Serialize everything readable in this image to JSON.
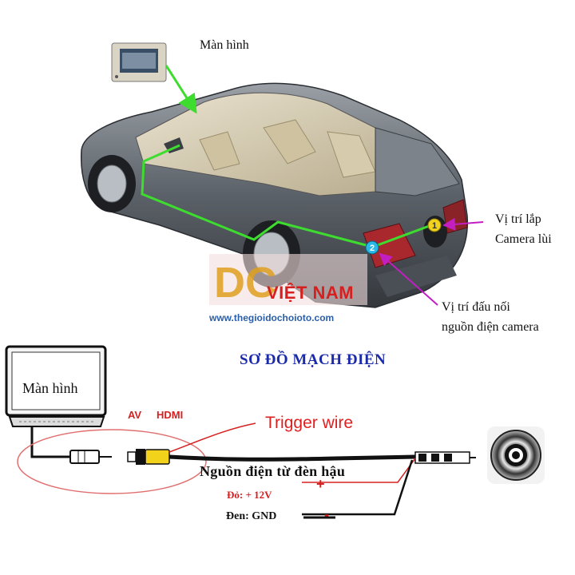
{
  "labels": {
    "monitor_top": "Màn hình",
    "camera_position_line1": "Vị trí lắp",
    "camera_position_line2": "Camera lùi",
    "power_position_line1": "Vị trí đấu nối",
    "power_position_line2": "nguồn điện camera",
    "website": "www.thegioidochoioto.com",
    "diagram_title": "SƠ ĐỒ MẠCH ĐIỆN",
    "monitor_screen": "Màn hình",
    "av": "AV",
    "hdmi": "HDMI",
    "trigger_wire": "Trigger wire",
    "power_source": "Nguồn điện từ đèn hậu",
    "red_wire": "Đỏ: + 12V",
    "plus": "+",
    "black_wire": "Đen: GND",
    "minus": "-"
  },
  "logo": {
    "text": "VIỆT NAM",
    "letters": "DC"
  },
  "markers": [
    {
      "number": "1",
      "color": "#f2d21b"
    },
    {
      "number": "2",
      "color": "#27b8e6"
    }
  ],
  "colors": {
    "route_line": "#3ddc2f",
    "arrow_magenta": "#c21ec2",
    "title_blue": "#1a2aa8",
    "accent_red": "#d62020"
  }
}
